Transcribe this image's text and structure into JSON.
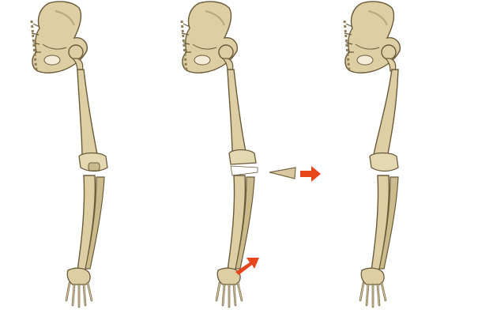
{
  "figure": {
    "panels": [
      {
        "stage": "original-leg",
        "wedge_removed": false,
        "arrows": []
      },
      {
        "stage": "wedge-osteotomy",
        "wedge_removed": true,
        "arrows": [
          "wedge-removal-arrow",
          "foot-correction-arrow"
        ]
      },
      {
        "stage": "corrected-leg",
        "wedge_removed": false,
        "arrows": []
      }
    ],
    "colors": {
      "bone_fill": "#ddcfa3",
      "bone_outline": "#6b5a3a",
      "bone_shade": "#b9a77a",
      "arrow": "#e8471e",
      "background": "#ffffff"
    }
  }
}
